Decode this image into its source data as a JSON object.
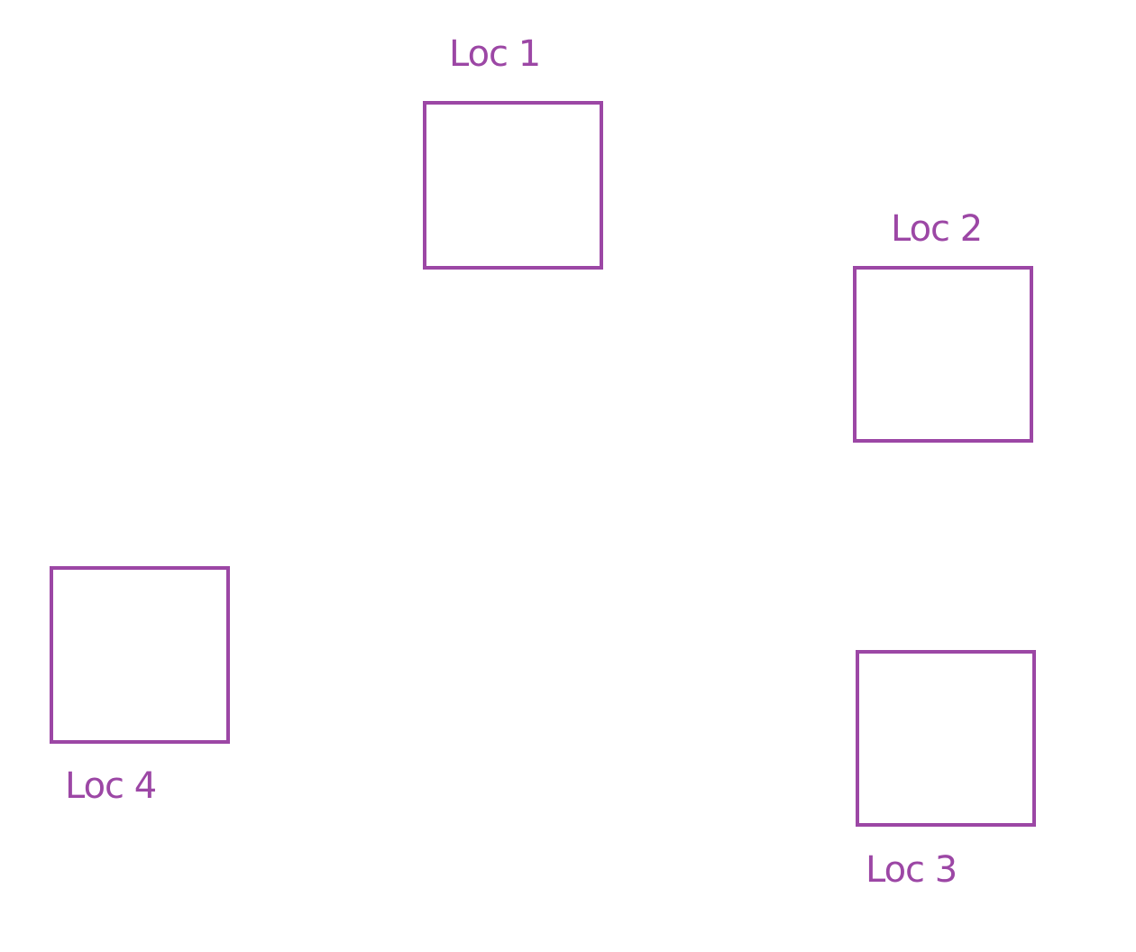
{
  "colors": {
    "accent": "#9c47a5",
    "background": "#ffffff"
  },
  "locations": [
    {
      "label": "Loc 1"
    },
    {
      "label": "Loc 2"
    },
    {
      "label": "Loc 3"
    },
    {
      "label": "Loc 4"
    }
  ]
}
